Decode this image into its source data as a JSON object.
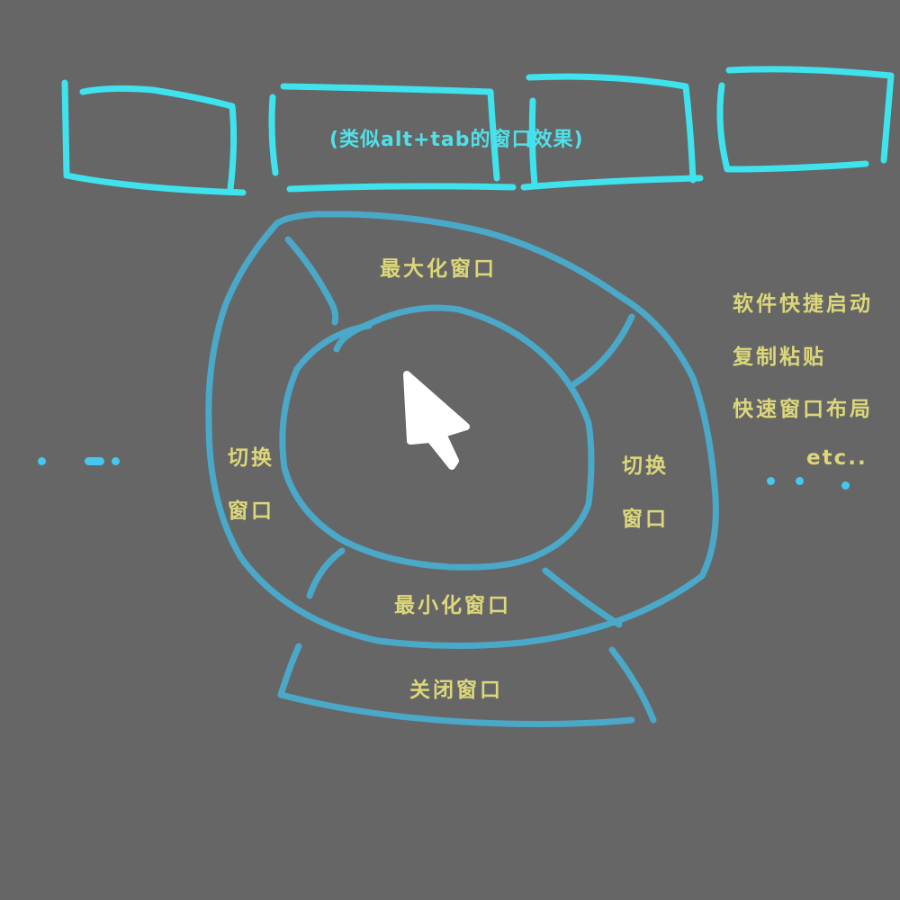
{
  "colors": {
    "background": "#666666",
    "window_outline": "#3fe3ee",
    "ring_outline": "#4aa8c8",
    "label_yellow": "#dcd77a",
    "label_cyan": "#4fe1ea",
    "cursor": "#ffffff",
    "dots": "#45c8f0"
  },
  "top_windows": {
    "caption": "(类似alt+tab的窗口效果)"
  },
  "ring": {
    "top": "最大化窗口",
    "bottom": "最小化窗口",
    "left_line1": "切换",
    "left_line2": "窗口",
    "right_line1": "切换",
    "right_line2": "窗口"
  },
  "outer_tab": {
    "label": "关闭窗口"
  },
  "side_list": {
    "items": [
      "软件快捷启动",
      "复制粘贴",
      "快速窗口布局"
    ],
    "etc": "etc.."
  },
  "cursor_icon": "mouse-pointer-icon"
}
